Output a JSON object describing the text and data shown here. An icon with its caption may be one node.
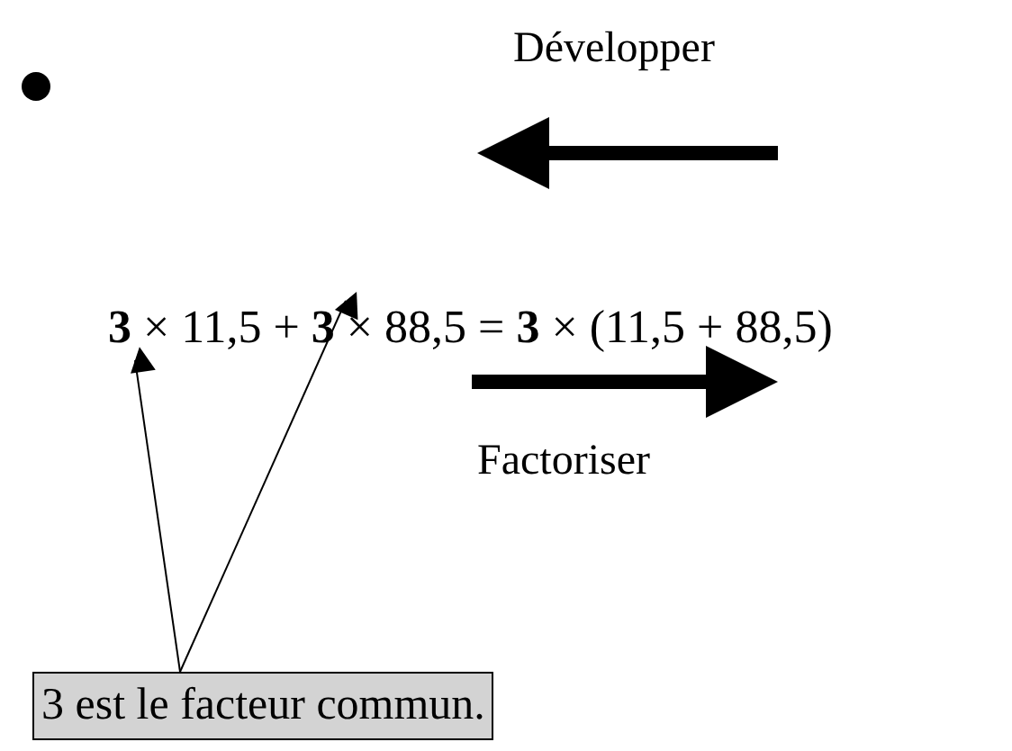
{
  "diagram": {
    "nodes": [
      {
        "text": [
          "3 est le facteur commun."
        ]
      },
      {
        "text": [
          "**3** × 11,5 + **3** × 88,5 = **3** × (11,5 + 88,5)"
        ]
      }
    ],
    "edges": [
      {
        "from": 0,
        "to": 1,
        "arrow": "to"
      },
      {
        "from": 0,
        "to": 1,
        "arrow": "to"
      }
    ],
    "labels": [
      "Développer",
      "Factoriser"
    ]
  }
}
